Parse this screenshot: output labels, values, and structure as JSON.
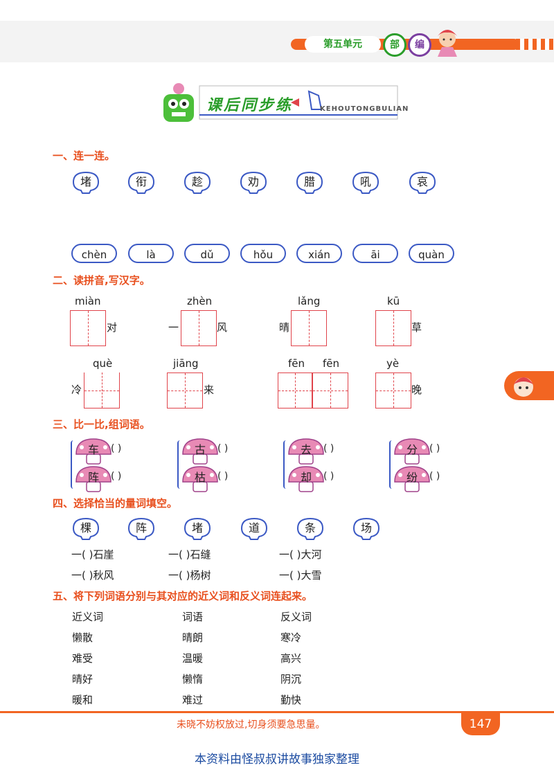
{
  "header": {
    "unit": "第五单元",
    "badge1": "部",
    "badge2": "编"
  },
  "banner": {
    "title": "课后同步练",
    "english": "KEHOUTONGBULIAN"
  },
  "sections": {
    "s1": "一、连一连。",
    "s2": "二、读拼音,写汉字。",
    "s3": "三、比一比,组词语。",
    "s4": "四、选择恰当的量词填空。",
    "s5": "五、将下列词语分别与其对应的近义词和反义词连起来。"
  },
  "match_chars": [
    "堵",
    "衔",
    "趁",
    "劝",
    "腊",
    "吼",
    "哀"
  ],
  "match_pinyin": [
    "chèn",
    "là",
    "dǔ",
    "hǒu",
    "xián",
    "āi",
    "quàn"
  ],
  "write_row1": {
    "pinyin": [
      "miàn",
      "zhèn",
      "lǎng",
      "kū"
    ],
    "text": [
      "对",
      "一",
      "风",
      "晴",
      "草"
    ]
  },
  "write_row2": {
    "pinyin": [
      "què",
      "jiāng",
      "fēn",
      "fēn",
      "yè"
    ],
    "text": [
      "冷",
      "来",
      "晚"
    ]
  },
  "compare_pairs": [
    [
      "车",
      "阵"
    ],
    [
      "古",
      "枯"
    ],
    [
      "去",
      "却"
    ],
    [
      "分",
      "纷"
    ]
  ],
  "paren": "(          )",
  "measure_words": [
    "棵",
    "阵",
    "堵",
    "道",
    "条",
    "场"
  ],
  "fill_rows": [
    [
      "一(    )石崖",
      "一(    )石缝",
      "一(    )大河"
    ],
    [
      "一(    )秋风",
      "一(    )杨树",
      "一(    )大雪"
    ]
  ],
  "s5_table": {
    "headers": [
      "近义词",
      "词语",
      "反义词"
    ],
    "rows": [
      [
        "懒散",
        "晴朗",
        "寒冷"
      ],
      [
        "难受",
        "温暖",
        "高兴"
      ],
      [
        "晴好",
        "懒惰",
        "阴沉"
      ],
      [
        "暖和",
        "难过",
        "勤快"
      ]
    ]
  },
  "footer": {
    "motto": "未晓不妨权放过,切身须要急思量。",
    "page": "147",
    "credit": "本资料由怪叔叔讲故事独家整理"
  },
  "colors": {
    "accent": "#f26522",
    "section": "#e8501f",
    "blue": "#3b59c4",
    "green": "#2a9d2a",
    "pink": "#e88ab5"
  }
}
